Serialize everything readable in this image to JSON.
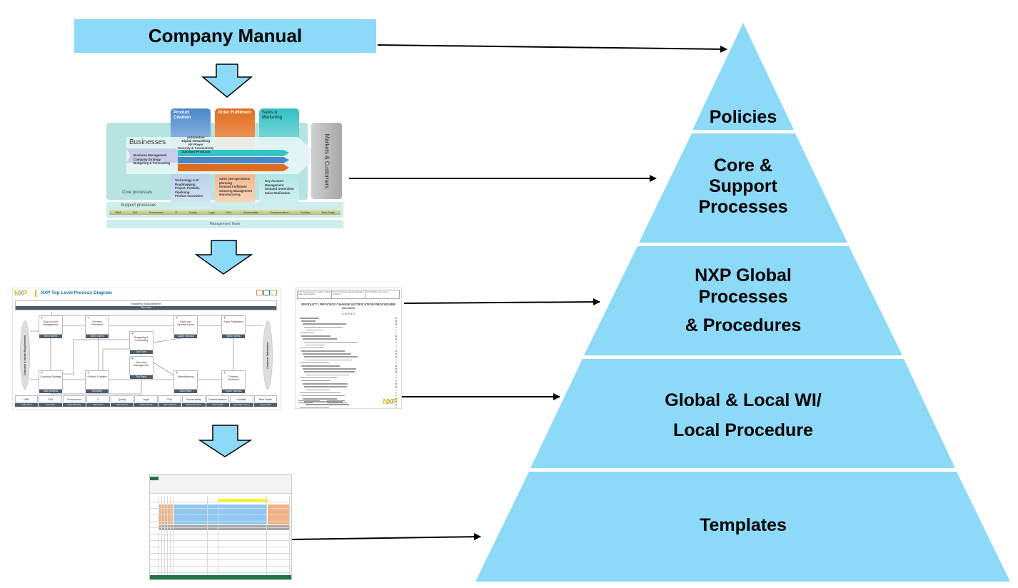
{
  "company_manual": {
    "label": "Company Manual",
    "fill": "#8cd9f8"
  },
  "pyramid": {
    "fill": "#8cd9f8",
    "tiers": [
      {
        "lines": [
          "Policies"
        ]
      },
      {
        "lines": [
          "Core &",
          "Support",
          "Processes"
        ]
      },
      {
        "lines": [
          "NXP Global",
          "Processes",
          "& Procedures"
        ]
      },
      {
        "lines": [
          "Global & Local WI/",
          "Local Procedure"
        ]
      },
      {
        "lines": [
          "Templates"
        ]
      }
    ]
  },
  "core_processes_thumbnail": {
    "columns": [
      "Product Creation",
      "Order Fulfilment",
      "Sales & Marketing"
    ],
    "businesses_label": "Businesses",
    "business_units": [
      "Automotive",
      "Digital Networking",
      "RF Power",
      "Security & Connectivity",
      "Standard Products"
    ],
    "left_bullets": [
      "Business Management",
      "Company Strategy",
      "Budgeting & Forecasting"
    ],
    "product_creation_bullets": [
      "Technology & IP Roadmapping",
      "Project, Portfolio Pipelining",
      "Product Innovation"
    ],
    "order_fulfilment_bullets": [
      "Sales and operations planning",
      "Demand Fulfilment",
      "Sourcing Management",
      "Manufacturing"
    ],
    "sales_marketing_bullets": [
      "Key Account Management",
      "Demand Generation",
      "Sales Realisation"
    ],
    "markets_label": "Markets & Customers",
    "core_label": "Core processes",
    "support_label": "Support processes",
    "support_items": [
      "HRM",
      "F&A",
      "Procurement",
      "IT",
      "Quality",
      "Legal",
      "IP&L",
      "Sustainability",
      "Communications",
      "Facilities",
      "Real Estate"
    ],
    "management_label": "Management Team"
  },
  "top_level_diagram_thumbnail": {
    "logo": "NXP",
    "title": "NXP Top Level Process Diagram",
    "business_management": {
      "name": "Business Management",
      "owner": "Dan Durn"
    },
    "left_ellipse": "Customer & Market Requirements",
    "right_ellipse": "Customer Satisfaction",
    "processes": [
      {
        "name": "Key Account Management",
        "owner": "Steve Owens"
      },
      {
        "name": "Demand Generation",
        "owner": "Steve Owens"
      },
      {
        "name": "Budgeting & Forecasting",
        "owner": "Dan Durn"
      },
      {
        "name": "Sales and Operation plan",
        "owner": "Kurian Koshuan"
      },
      {
        "name": "Sales Realisation",
        "owner": "Steve Owens"
      },
      {
        "name": "Sourcing Management",
        "owner": "Rai Wang"
      },
      {
        "name": "Company Strategy",
        "owner": "Mark Seebeck"
      },
      {
        "name": "Product Creation",
        "owner": "Rai Wang"
      },
      {
        "name": "Manufacturing",
        "owner": "David Reed"
      },
      {
        "name": "Demand Fulfilment",
        "owner": "Kurian Koshuan"
      }
    ],
    "support": [
      {
        "name": "HRM",
        "owner": "Keith Shull"
      },
      {
        "name": "F&A",
        "owner": "Dan Durn"
      },
      {
        "name": "Procurement",
        "owner": "Jacky McNulty-Champion"
      },
      {
        "name": "IT",
        "owner": "Olli Hooper"
      },
      {
        "name": "Quality",
        "owner": "Claes Power"
      },
      {
        "name": "Legal",
        "owner": "Guido Dierick"
      },
      {
        "name": "IP&L",
        "owner": "John Schmitz"
      },
      {
        "name": "Sustainability",
        "owner": "Eric-Paul Schat"
      },
      {
        "name": "Communications",
        "owner": "John Gross"
      },
      {
        "name": "Facilities",
        "owner": "Jean Marc Henry"
      },
      {
        "name": "Real Estate",
        "owner": "Greg Stock"
      }
    ]
  },
  "procedure_document_thumbnail": {
    "title": "PRODUCT / PROCESS CHANGE NOTIFICATION PROCEDURE",
    "doc_id": "NX1-00018",
    "contents_label": "CONTENTS",
    "header_cells": [
      "NXP Semiconductors / Quality / Global Sales and Marketing",
      "Product / Process Change Notification procedure",
      "NX1-00018 / Issue / Page"
    ],
    "logo": "NXP"
  },
  "spreadsheet_thumbnail": {
    "app": "Excel"
  },
  "arrows": {
    "down_arrow_fill": "#8cd9f8",
    "connector_color": "#000000"
  }
}
